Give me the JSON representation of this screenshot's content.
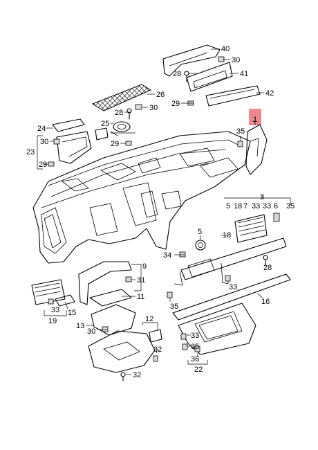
{
  "diagram": {
    "highlight_color": "#e8737b",
    "callouts": {
      "c1": "1",
      "c3": "3",
      "c5": "5",
      "c6": "6",
      "c7": "7",
      "c9": "9",
      "c11": "11",
      "c12": "12",
      "c13": "13",
      "c15": "15",
      "c16": "16",
      "c18a": "18",
      "c18b": "18",
      "c19": "19",
      "c22": "22",
      "c23": "23",
      "c24": "24",
      "c25": "25",
      "c26": "26",
      "c28a": "28",
      "c28b": "28",
      "c28c": "28",
      "c29a": "29",
      "c29b": "29",
      "c29c": "29",
      "c30a": "30",
      "c30b": "30",
      "c30c": "30",
      "c30d": "30",
      "c31": "31",
      "c32a": "32",
      "c32b": "32",
      "c33a": "33",
      "c33b": "33",
      "c33c": "33",
      "c33d": "33",
      "c33e": "33",
      "c34": "34",
      "c35a": "35",
      "c35b": "35",
      "c35c": "35",
      "c36": "36",
      "c40": "40",
      "c41": "41",
      "c42": "42"
    }
  }
}
